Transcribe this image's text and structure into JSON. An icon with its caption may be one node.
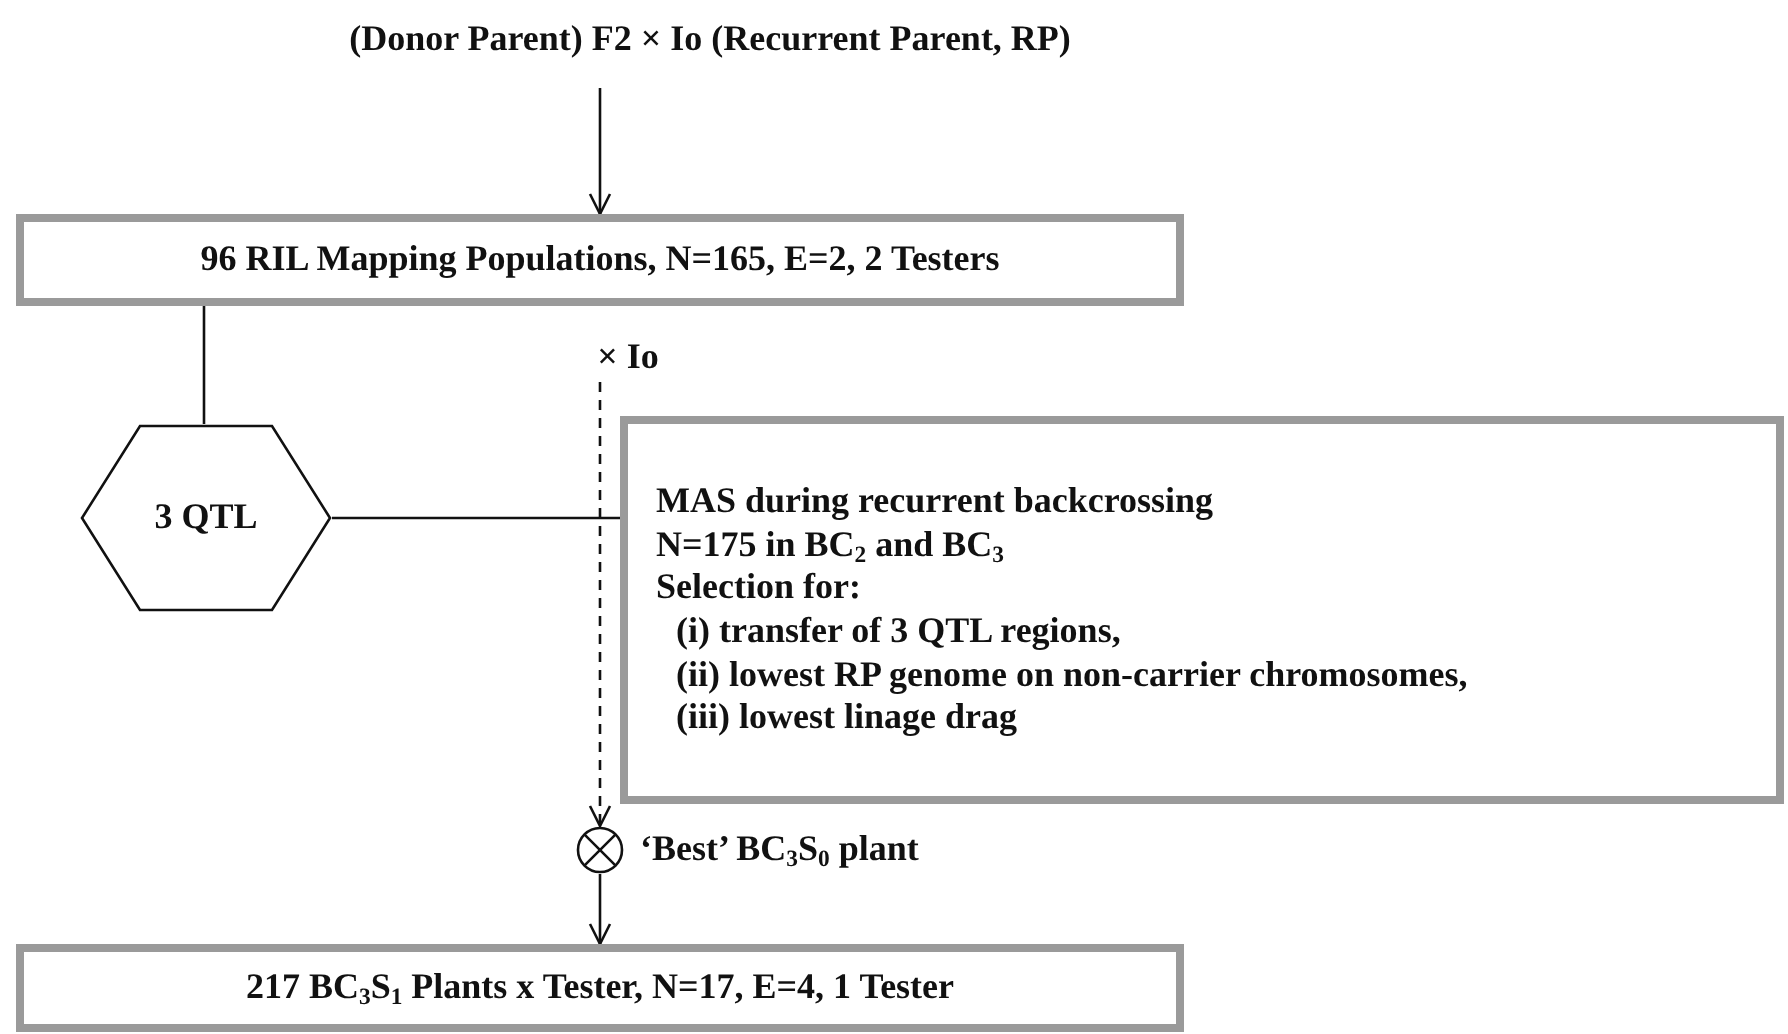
{
  "diagram": {
    "nodes": [
      {
        "text": [
          "(Donor Parent) F2 × Io (Recurrent Parent, RP)"
        ]
      },
      {
        "text": [
          "96 RIL Mapping Populations, N=165, E=2, 2 Testers"
        ]
      },
      {
        "text": [
          "3 QTL"
        ]
      },
      {
        "text": [
          "× Io"
        ]
      },
      {
        "text": [
          "MAS during recurrent backcrossing",
          "N=175 in BC$_{2}$ and BC$_{3}$",
          "Selection for:",
          "(i) transfer of 3 QTL regions,",
          "(ii) lowest RP genome on non-carrier chromosomes,",
          "(iii) lowest linage drag"
        ]
      },
      {
        "text": [],
        "shape": "circle",
        "beside": [
          "‘Best’ BC$_{3}$S$_{0}$ plant"
        ]
      },
      {
        "text": [
          "217 BC$_{3}$S$_{1}$ Plants x Tester, N=17, E=4, 1 Tester"
        ]
      }
    ],
    "edges": [
      {
        "from": 0,
        "to": 1,
        "arrow": "to"
      },
      {
        "from": 1,
        "to": 2,
        "arrow": "none"
      },
      {
        "from": 2,
        "to": 4,
        "arrow": "none"
      },
      {
        "from": 3,
        "to": 5,
        "arrow": "to",
        "style": "dashed"
      },
      {
        "from": 5,
        "to": 6,
        "arrow": "to"
      }
    ]
  }
}
